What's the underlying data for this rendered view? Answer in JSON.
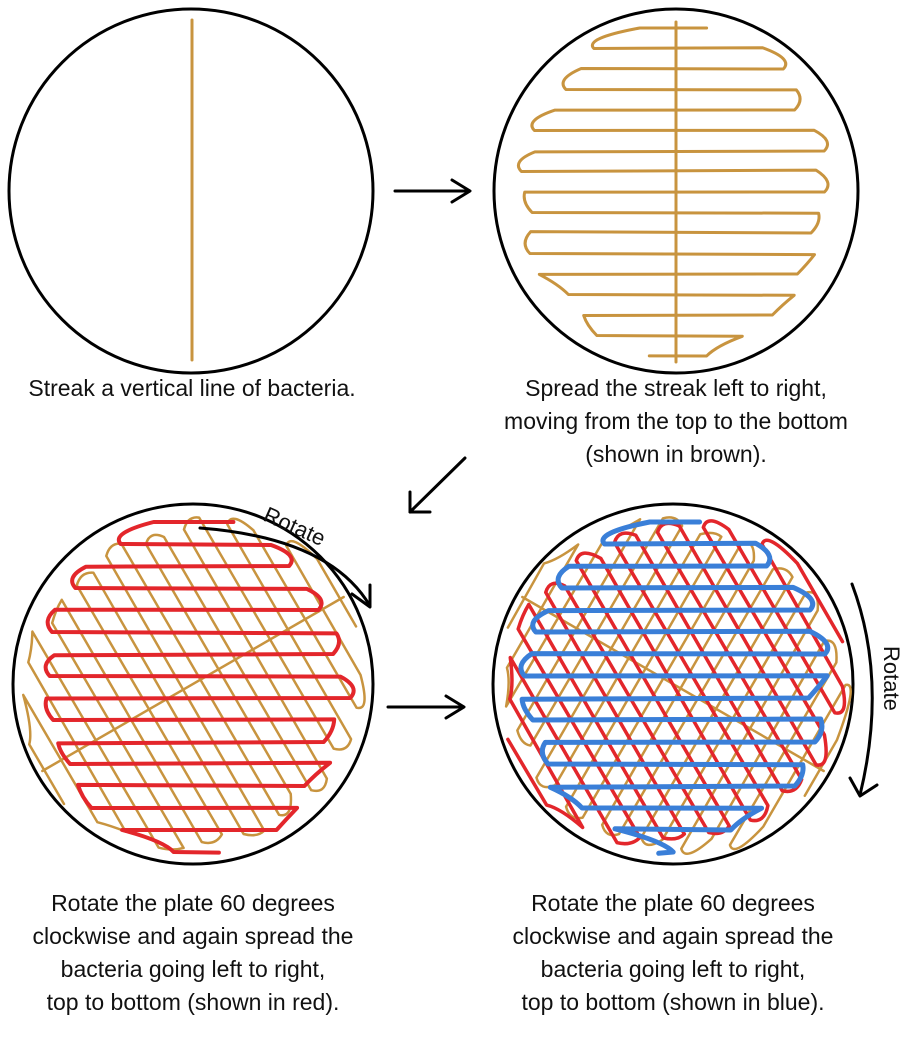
{
  "steps": [
    {
      "caption": [
        "Streak a vertical line of bacteria."
      ]
    },
    {
      "caption": [
        "Spread the streak left to right,",
        "moving from the top to the bottom",
        "(shown in brown)."
      ]
    },
    {
      "caption": [
        "Rotate the plate 60 degrees",
        "clockwise and again spread the",
        "bacteria going left to right,",
        "top to bottom (shown in red)."
      ]
    },
    {
      "caption": [
        "Rotate the plate 60 degrees",
        "clockwise and again spread the",
        "bacteria going left to right,",
        "top to bottom (shown in blue)."
      ]
    }
  ],
  "rotate_labels": [
    "Rotate",
    "Rotate"
  ],
  "colors": {
    "brown": "#c8943f",
    "red": "#e3262b",
    "blue": "#3a7fd8",
    "outline": "#000000"
  }
}
